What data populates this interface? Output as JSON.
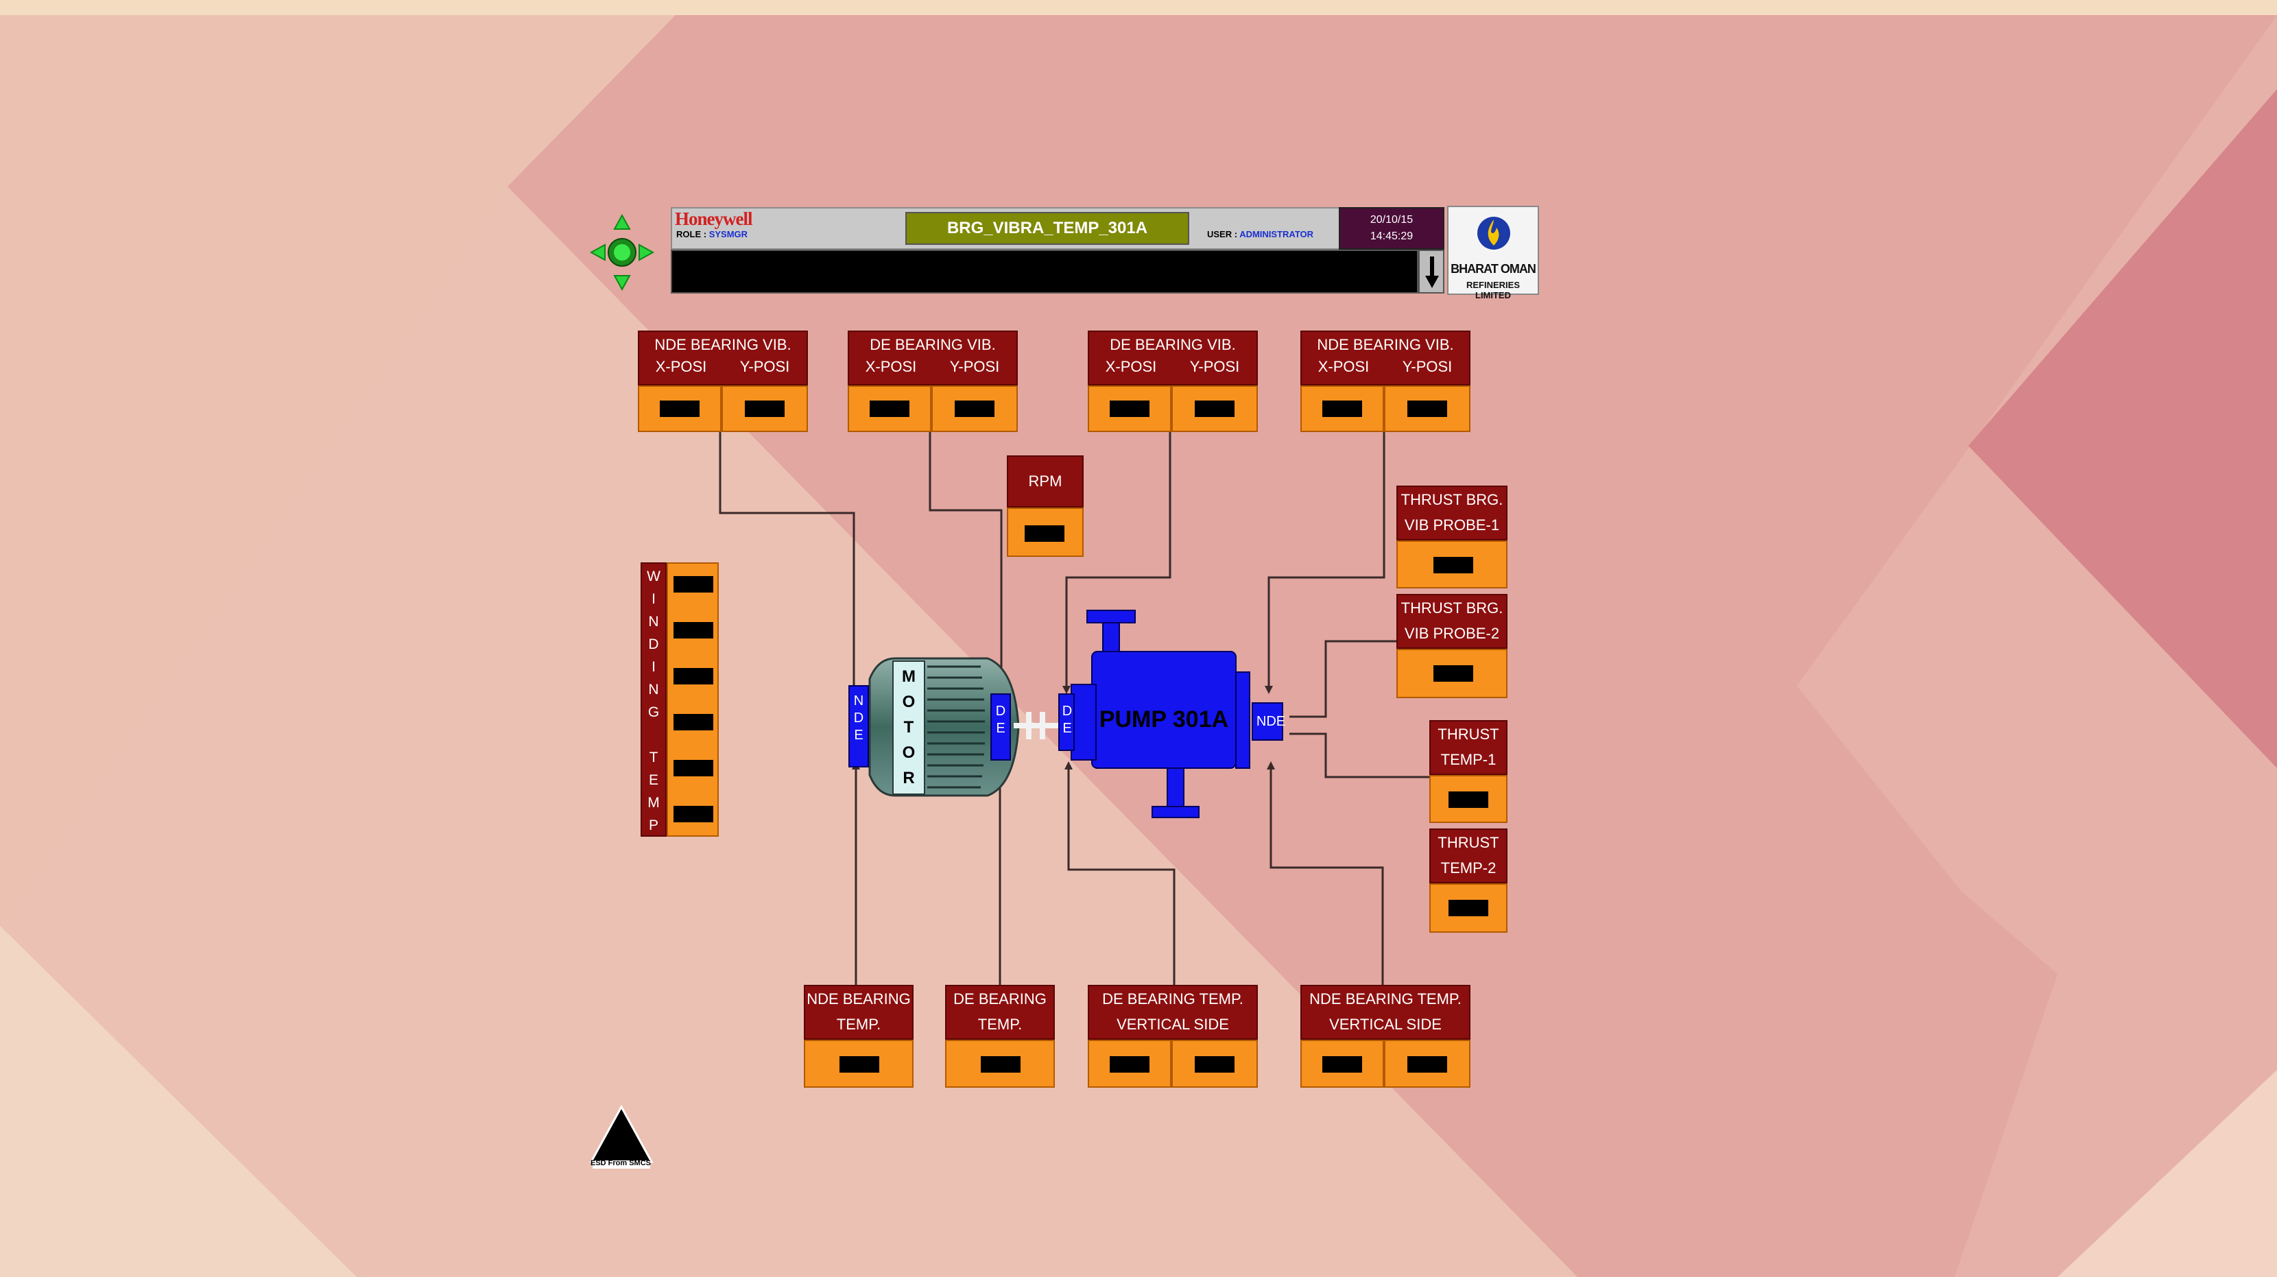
{
  "header": {
    "logo": "Honeywell",
    "role_label": "ROLE :",
    "role_value": "SYSMGR",
    "title": "BRG_VIBRA_TEMP_301A",
    "user_label": "USER :",
    "user_value": "ADMINISTRATOR",
    "date": "20/10/15",
    "time": "14:45:29",
    "company_line1": "BHARAT OMAN",
    "company_line2": "REFINERIES LIMITED"
  },
  "vib_groups": [
    {
      "title": "NDE BEARING VIB.",
      "x_label": "X-POSI",
      "y_label": "Y-POSI"
    },
    {
      "title": "DE BEARING VIB.",
      "x_label": "X-POSI",
      "y_label": "Y-POSI"
    },
    {
      "title": "DE BEARING VIB.",
      "x_label": "X-POSI",
      "y_label": "Y-POSI"
    },
    {
      "title": "NDE BEARING VIB.",
      "x_label": "X-POSI",
      "y_label": "Y-POSI"
    }
  ],
  "rpm": {
    "label": "RPM"
  },
  "thrust": [
    {
      "line1": "THRUST BRG.",
      "line2": "VIB PROBE-1"
    },
    {
      "line1": "THRUST BRG.",
      "line2": "VIB PROBE-2"
    },
    {
      "line1": "THRUST",
      "line2": "TEMP-1"
    },
    {
      "line1": "THRUST",
      "line2": "TEMP-2"
    }
  ],
  "winding": {
    "letters": [
      "W",
      "I",
      "N",
      "D",
      "I",
      "N",
      "G",
      "",
      "T",
      "E",
      "M",
      "P"
    ]
  },
  "motor": {
    "letters": [
      "M",
      "O",
      "T",
      "O",
      "R"
    ],
    "nde": [
      "N",
      "D",
      "E"
    ],
    "de": [
      "D",
      "E"
    ]
  },
  "pump": {
    "label": "PUMP 301A",
    "de": [
      "D",
      "E"
    ],
    "nde": "NDE"
  },
  "bottom": [
    {
      "line1": "NDE BEARING",
      "line2": "TEMP."
    },
    {
      "line1": "DE BEARING",
      "line2": "TEMP."
    },
    {
      "line1": "DE BEARING TEMP.",
      "line2": "VERTICAL SIDE"
    },
    {
      "line1": "NDE BEARING TEMP.",
      "line2": "VERTICAL SIDE"
    }
  ],
  "esd": {
    "label": "ESD From SMCS"
  },
  "colors": {
    "label_red": "#8c0f0f",
    "value_orange": "#f7921e",
    "pump_blue": "#1414ee",
    "title_olive": "#7f8a06"
  }
}
